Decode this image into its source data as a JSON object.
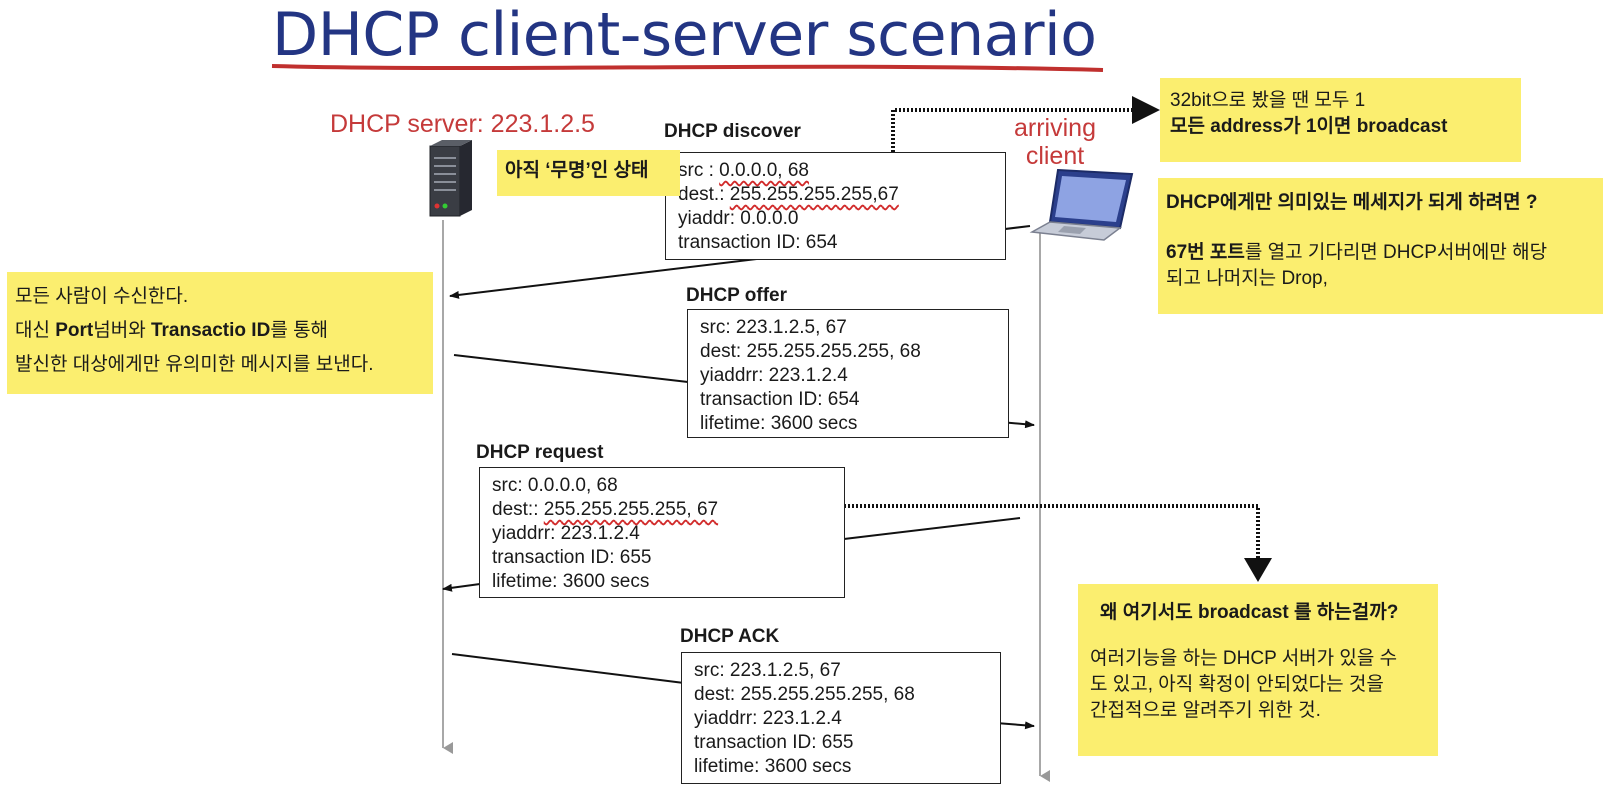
{
  "title": "DHCP client-server scenario",
  "server": {
    "label": "DHCP server: 223.1.2.5",
    "icon": "server-icon"
  },
  "client": {
    "label_line1": "arriving",
    "label_line2": "client",
    "icon": "laptop-icon"
  },
  "colors": {
    "title": "#233583",
    "label_red": "#c53a3a",
    "note_yellow": "#fbee6f",
    "underline_red": "#d12a2a"
  },
  "messages": {
    "discover": {
      "label": "DHCP discover",
      "src_prefix": "src : ",
      "src_value": "0.0.0.0, 68",
      "dest_prefix": "dest.: ",
      "dest_value": "255.255.255.255,67",
      "yiaddr": "yiaddr:    0.0.0.0",
      "transaction": "transaction ID: 654"
    },
    "offer": {
      "label": "DHCP offer",
      "src": "src: 223.1.2.5, 67",
      "dest": "dest:  255.255.255.255, 68",
      "yiaddr": "yiaddrr: 223.1.2.4",
      "transaction": "transaction ID: 654",
      "lifetime": "lifetime: 3600 secs"
    },
    "request": {
      "label": "DHCP request",
      "src": "src:  0.0.0.0, 68",
      "dest_prefix": "dest::  ",
      "dest_value": "255.255.255.255, 67",
      "yiaddr": "yiaddrr: 223.1.2.4",
      "transaction": "transaction ID: 655",
      "lifetime": "lifetime: 3600 secs"
    },
    "ack": {
      "label": "DHCP ACK",
      "src": "src: 223.1.2.5, 67",
      "dest": "dest:  255.255.255.255, 68",
      "yiaddr": "yiaddrr: 223.1.2.4",
      "transaction": "transaction ID: 655",
      "lifetime": "lifetime: 3600 secs"
    }
  },
  "notes": {
    "anonymous": "아직 ‘무명’인 상태",
    "broadcast": {
      "line1": "32bit으로 봤을 땐 모두 1",
      "line2_bold1": "모든 ",
      "line2_bold2": "address",
      "line2_bold3": "가 1이면 broadcast"
    },
    "port": {
      "title": "DHCP에게만 의미있는 메세지가 되게 하려면 ?",
      "line1_bold": "67번 포트",
      "line1_rest": "를 열고 기다리면 DHCP서버에만 해당",
      "line2": "되고 나머지는 Drop,"
    },
    "receive": {
      "line1": "모든 사람이 수신한다.",
      "line2_a": "대신 ",
      "line2_b": "Port",
      "line2_c": "넘버와  ",
      "line2_d": "Transactio ID",
      "line2_e": "를 통해",
      "line3": "발신한 대상에게만 유의미한 메시지를 보낸다."
    },
    "why": {
      "title": "왜 여기서도 broadcast 를 하는걸까?",
      "line1": "여러기능을 하는 DHCP 서버가 있을 수",
      "line2": "도 있고, 아직 확정이 안되었다는 것을",
      "line3": "간접적으로 알려주기 위한 것."
    }
  }
}
